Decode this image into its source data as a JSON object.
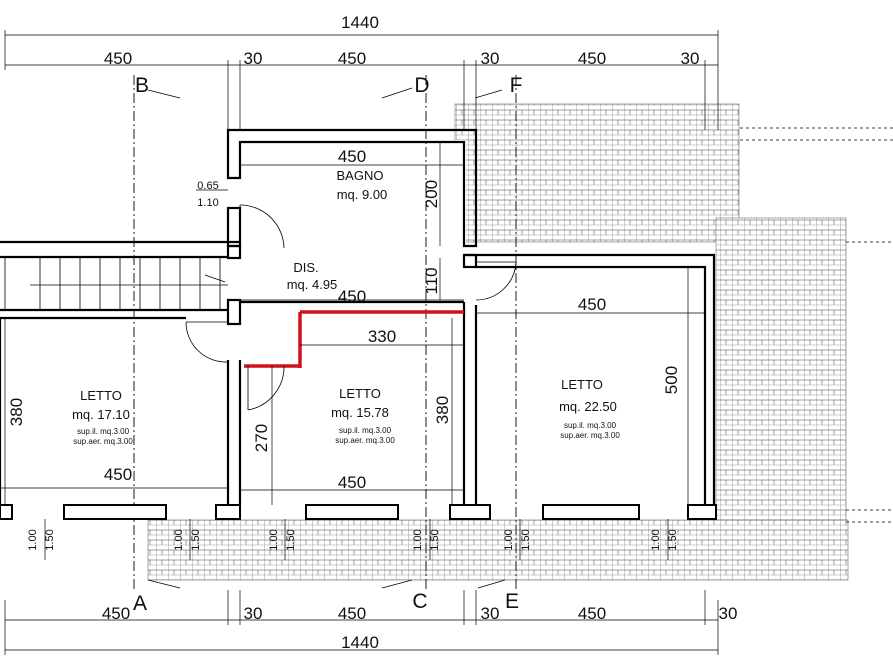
{
  "dimensions": {
    "top_total": "1440",
    "top_segments": [
      "450",
      "30",
      "450",
      "30",
      "450",
      "30"
    ],
    "bottom_segments": [
      "450",
      "30",
      "450",
      "30",
      "450",
      "30"
    ],
    "bottom_total": "1440",
    "bagno_width": "450",
    "bagno_height": "200",
    "window_left_top": "0.65",
    "window_left_bottom": "1.10",
    "dis_width": "450",
    "dis_height": "110",
    "letto2_width_top": "330",
    "letto3_width": "450",
    "letto3_height": "500",
    "letto1_height": "380",
    "letto1_width": "450",
    "letto2_height": "380",
    "letto2_door_height": "270",
    "letto2_width_bottom": "450",
    "window_pairs": [
      [
        "1.00",
        "1.50"
      ],
      [
        "1.00",
        "1.50"
      ],
      [
        "1.00",
        "1.50"
      ],
      [
        "1.00",
        "1.50"
      ],
      [
        "1.00",
        "1.50"
      ],
      [
        "1.00",
        "1.50"
      ]
    ]
  },
  "axes": {
    "b": "B",
    "d": "D",
    "f": "F",
    "a": "A",
    "c": "C",
    "e": "E"
  },
  "rooms": {
    "bagno": {
      "name": "BAGNO",
      "area": "mq. 9.00"
    },
    "dis": {
      "name": "DIS.",
      "area": "mq. 4.95"
    },
    "letto1": {
      "name": "LETTO",
      "area": "mq. 17.10",
      "sup_il": "sup.il. mq.3.00",
      "sup_aer": "sup.aer. mq.3.00"
    },
    "letto2": {
      "name": "LETTO",
      "area": "mq. 15.78",
      "sup_il": "sup.il. mq.3.00",
      "sup_aer": "sup.aer. mq.3.00"
    },
    "letto3": {
      "name": "LETTO",
      "area": "mq. 22.50",
      "sup_il": "sup.il. mq.3.00",
      "sup_aer": "sup.aer. mq.3.00"
    }
  },
  "colors": {
    "highlight_wall": "#d0101a",
    "line": "#000000"
  }
}
